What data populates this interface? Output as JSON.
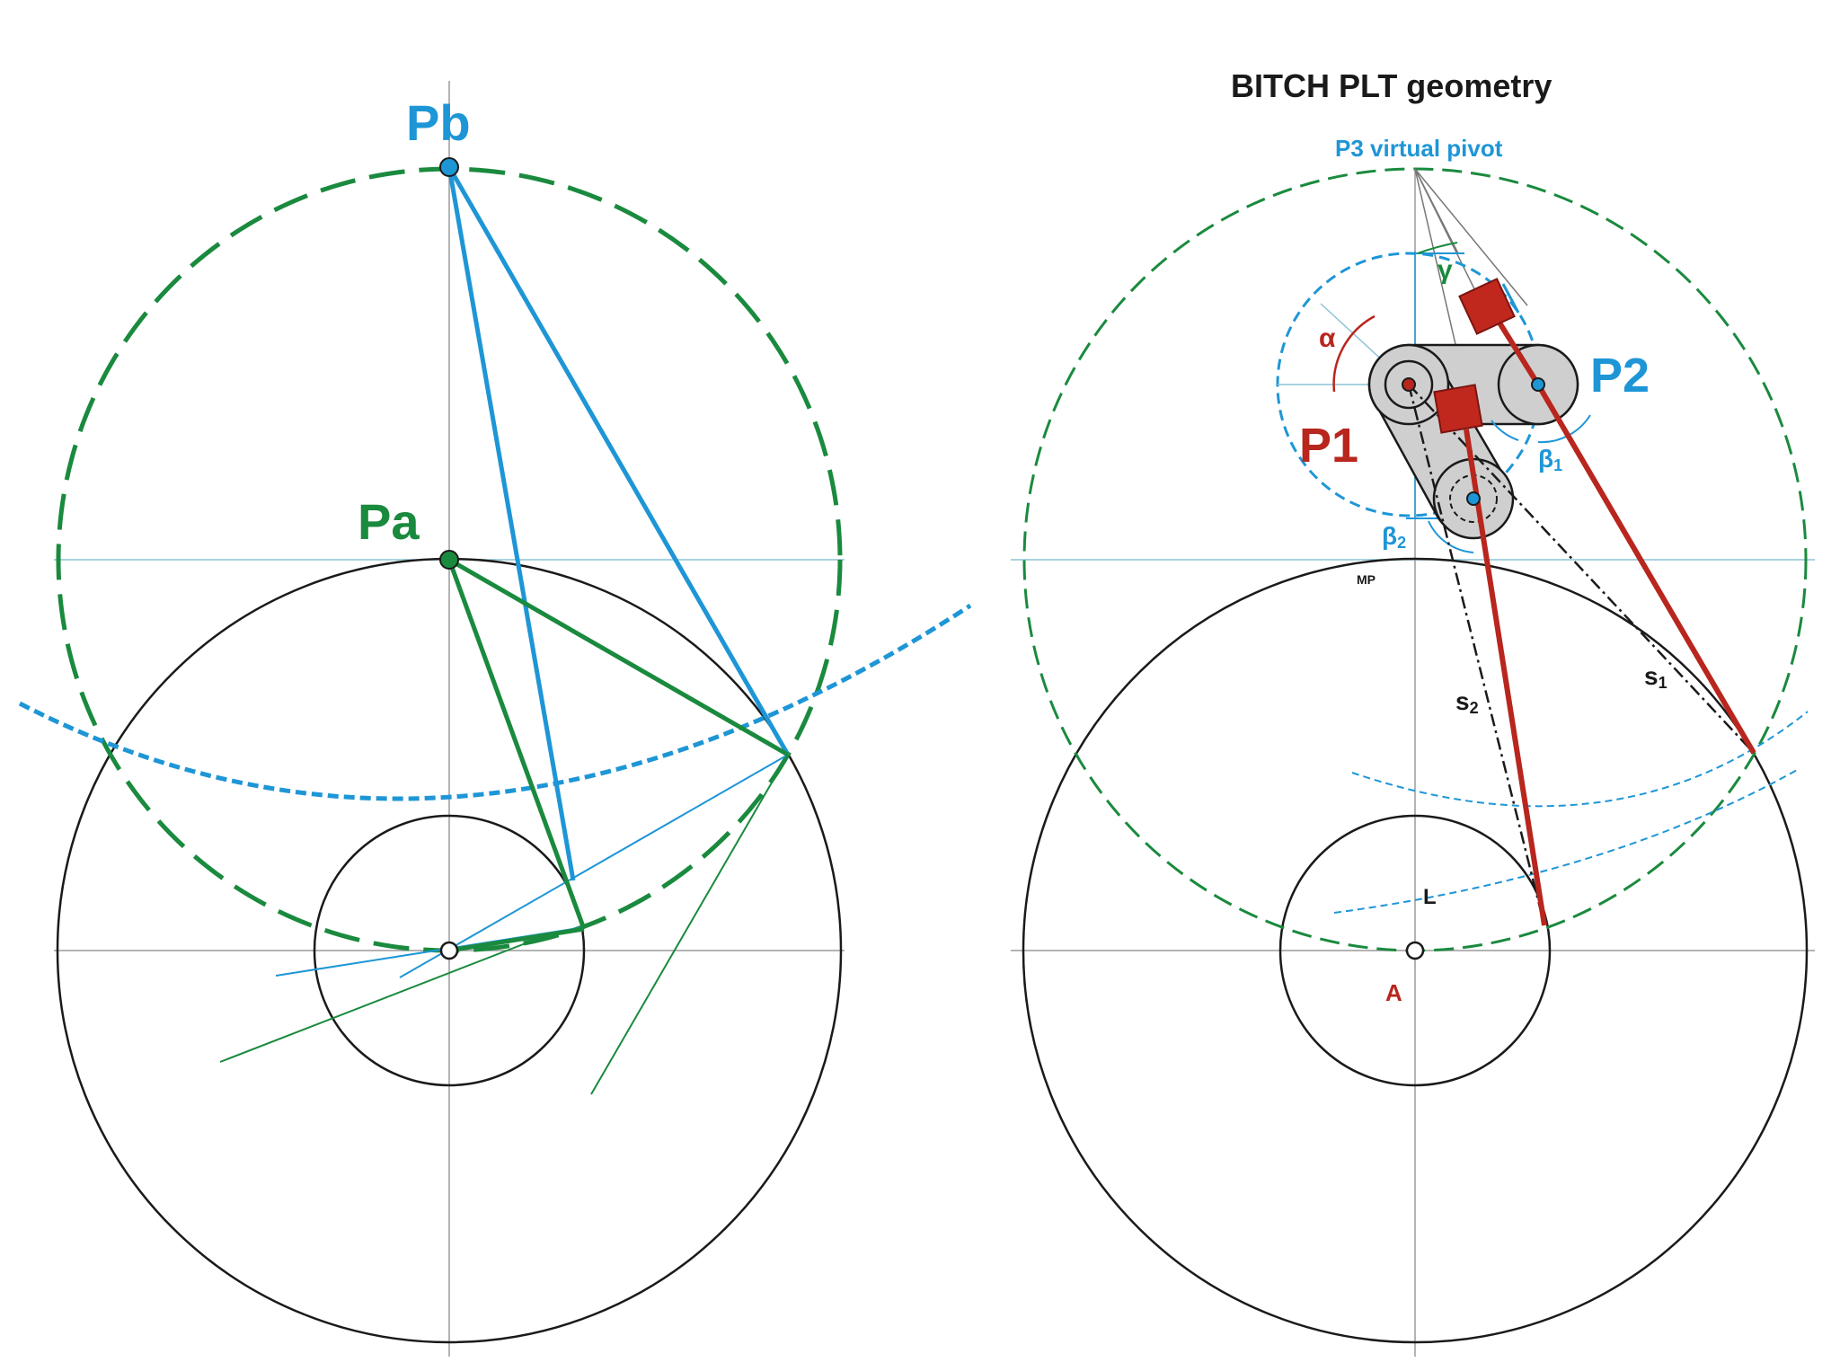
{
  "title": "BITCH PLT geometry",
  "colors": {
    "blue": "#1e96d6",
    "green": "#1a8a3e",
    "red": "#b8261e",
    "black": "#1a1a1a",
    "gray_fill": "#cfcfcf",
    "thin_line": "#6fb5cf"
  },
  "left_diagram": {
    "label_pb": "Pb",
    "label_pa": "Pa"
  },
  "right_diagram": {
    "label_p3": "P3 virtual pivot",
    "label_p1": "P1",
    "label_p2": "P2",
    "label_alpha": "α",
    "label_gamma": "γ",
    "label_beta1": "β",
    "label_beta1_sub": "1",
    "label_beta2": "β",
    "label_beta2_sub": "2",
    "label_mp": "MP",
    "label_s1": "s",
    "label_s1_sub": "1",
    "label_s2": "s",
    "label_s2_sub": "2",
    "label_l": "L",
    "label_a": "A"
  }
}
